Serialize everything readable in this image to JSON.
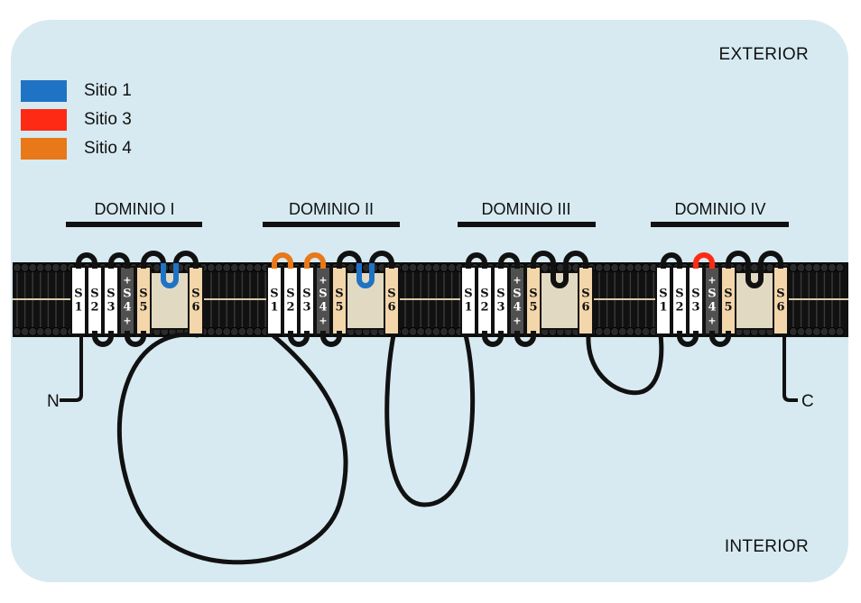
{
  "labels": {
    "exterior": "EXTERIOR",
    "interior": "INTERIOR",
    "n_terminus": "N",
    "c_terminus": "C"
  },
  "legend": [
    {
      "label": "Sitio 1",
      "color": "#1f73c4"
    },
    {
      "label": "Sitio 3",
      "color": "#ff2a14"
    },
    {
      "label": "Sitio 4",
      "color": "#e87818"
    }
  ],
  "domains": [
    {
      "title": "DOMINIO I",
      "site_s1s2": null,
      "site_s2s3": null,
      "site_pore": "Sitio 1"
    },
    {
      "title": "DOMINIO II",
      "site_s1s2": "Sitio 4",
      "site_s2s3": "Sitio 4",
      "site_pore": "Sitio 1"
    },
    {
      "title": "DOMINIO III",
      "site_s1s2": null,
      "site_s2s3": null,
      "site_pore": null
    },
    {
      "title": "DOMINIO IV",
      "site_s1s2": null,
      "site_s2s3": "Sitio 3",
      "site_pore": null
    }
  ],
  "segment_labels": {
    "s1": [
      "S",
      "1"
    ],
    "s2": [
      "S",
      "2"
    ],
    "s3": [
      "S",
      "3"
    ],
    "s4": [
      "+",
      "S",
      "4",
      "+"
    ],
    "s5": [
      "S",
      "5"
    ],
    "s6": [
      "S",
      "6"
    ]
  },
  "colors": {
    "background": "#d7eaf1",
    "membrane": "#111111",
    "segment_white": "#ffffff",
    "segment_s4": "#505050",
    "segment_tan": "#f3d6aa",
    "pore_fill": "#e2d9c2"
  }
}
